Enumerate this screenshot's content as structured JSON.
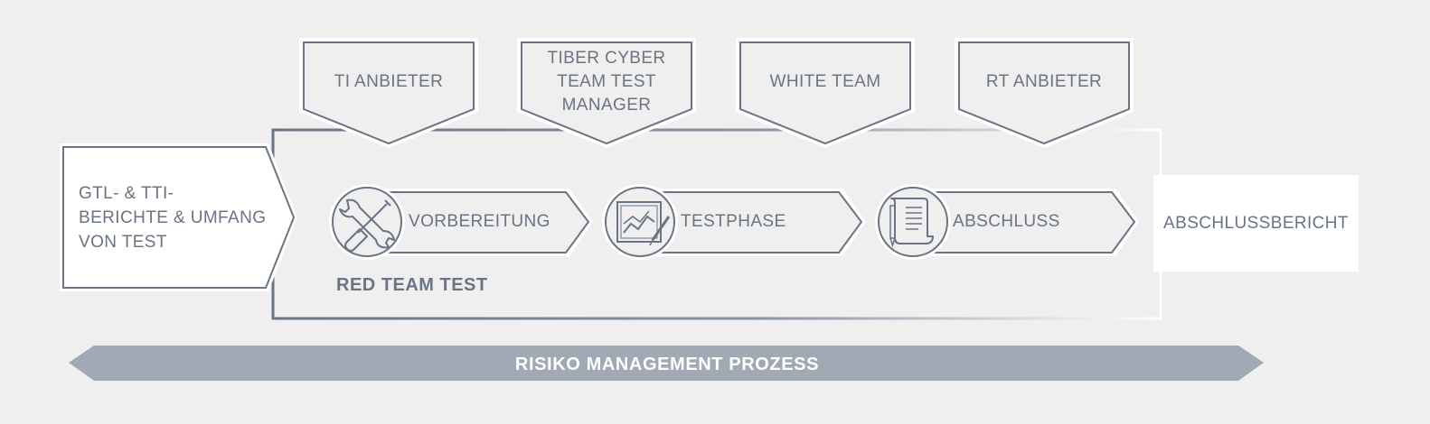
{
  "roles": [
    {
      "lines": [
        "TI ANBIETER"
      ]
    },
    {
      "lines": [
        "TIBER CYBER",
        "TEAM TEST",
        "MANAGER"
      ]
    },
    {
      "lines": [
        "WHITE TEAM"
      ]
    },
    {
      "lines": [
        "RT ANBIETER"
      ]
    }
  ],
  "input_box": {
    "lines": [
      "GTL- & TTI-",
      "BERICHTE & UMFANG",
      "VON TEST"
    ]
  },
  "steps": [
    {
      "label": "VORBEREITUNG",
      "icon": "tools-icon"
    },
    {
      "label": "TESTPHASE",
      "icon": "chart-icon"
    },
    {
      "label": "ABSCHLUSS",
      "icon": "document-icon"
    }
  ],
  "container_label": "RED TEAM TEST",
  "output_box": {
    "label": "ABSCHLUSSBERICHT"
  },
  "process_bar": {
    "label": "RISIKO MANAGEMENT PROZESS"
  },
  "colors": {
    "stroke": "#6a7482",
    "bar": "#a1a9b4",
    "background": "#efefef"
  }
}
